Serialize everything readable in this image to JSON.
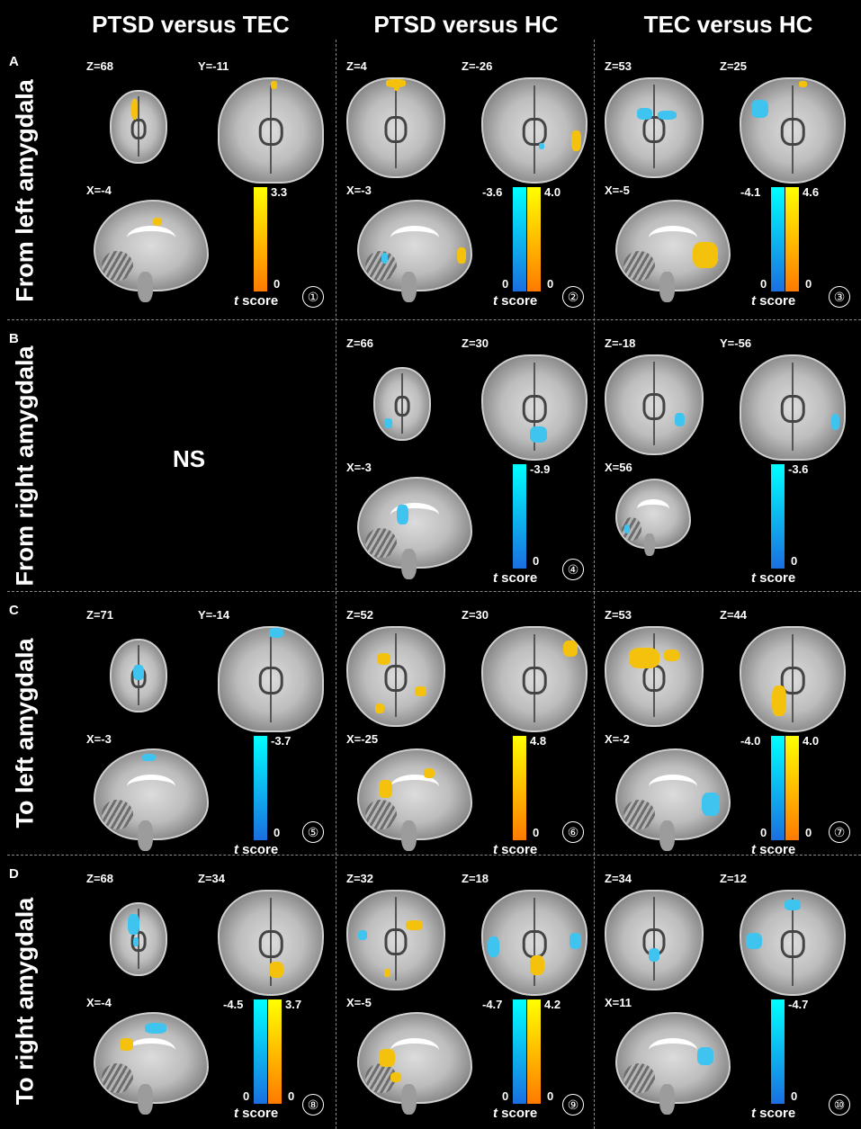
{
  "columns": [
    "PTSD versus TEC",
    "PTSD versus HC",
    "TEC versus HC"
  ],
  "rows": [
    {
      "letter": "A",
      "label": "From left amygdala"
    },
    {
      "letter": "B",
      "label": "From right amygdala"
    },
    {
      "letter": "C",
      "label": "To left amygdala"
    },
    {
      "letter": "D",
      "label": "To right amygdala"
    }
  ],
  "scale_unit_italic": "t",
  "scale_unit_rest": " score",
  "ns_text": "NS",
  "panels": [
    {
      "number": "①",
      "slices": [
        "Z=68",
        "Y=-11",
        "X=-4"
      ],
      "scale": {
        "neg_top": "",
        "pos_top": "3.3",
        "neg_bottom": "",
        "pos_bottom": "0"
      }
    },
    {
      "number": "②",
      "slices": [
        "Z=4",
        "Z=-26",
        "X=-3"
      ],
      "scale": {
        "neg_top": "-3.6",
        "pos_top": "4.0",
        "neg_bottom": "0",
        "pos_bottom": "0"
      }
    },
    {
      "number": "③",
      "slices": [
        "Z=53",
        "Z=25",
        "X=-5"
      ],
      "scale": {
        "neg_top": "-4.1",
        "pos_top": "4.6",
        "neg_bottom": "0",
        "pos_bottom": "0"
      }
    },
    {
      "number": "",
      "slices": [],
      "scale": null
    },
    {
      "number": "④",
      "slices": [
        "Z=66",
        "Z=30",
        "X=-3"
      ],
      "scale": {
        "neg_top": "-3.9",
        "pos_top": "",
        "neg_bottom": "0",
        "pos_bottom": ""
      }
    },
    {
      "number": "",
      "slices": [
        "Z=-18",
        "Y=-56",
        "X=56"
      ],
      "scale": {
        "neg_top": "-3.6",
        "pos_top": "",
        "neg_bottom": "0",
        "pos_bottom": ""
      }
    },
    {
      "number": "⑤",
      "slices": [
        "Z=71",
        "Y=-14",
        "X=-3"
      ],
      "scale": {
        "neg_top": "-3.7",
        "pos_top": "",
        "neg_bottom": "0",
        "pos_bottom": ""
      }
    },
    {
      "number": "⑥",
      "slices": [
        "Z=52",
        "Z=30",
        "X=-25"
      ],
      "scale": {
        "neg_top": "",
        "pos_top": "4.8",
        "neg_bottom": "",
        "pos_bottom": "0"
      }
    },
    {
      "number": "⑦",
      "slices": [
        "Z=53",
        "Z=44",
        "X=-2"
      ],
      "scale": {
        "neg_top": "-4.0",
        "pos_top": "4.0",
        "neg_bottom": "0",
        "pos_bottom": "0"
      }
    },
    {
      "number": "⑧",
      "slices": [
        "Z=68",
        "Z=34",
        "X=-4"
      ],
      "scale": {
        "neg_top": "-4.5",
        "pos_top": "3.7",
        "neg_bottom": "0",
        "pos_bottom": "0"
      }
    },
    {
      "number": "⑨",
      "slices": [
        "Z=32",
        "Z=18",
        "X=-5"
      ],
      "scale": {
        "neg_top": "-4.7",
        "pos_top": "4.2",
        "neg_bottom": "0",
        "pos_bottom": "0"
      }
    },
    {
      "number": "⑩",
      "slices": [
        "Z=34",
        "Z=12",
        "X=11"
      ],
      "scale": {
        "neg_top": "-4.7",
        "pos_top": "",
        "neg_bottom": "0",
        "pos_bottom": ""
      }
    }
  ],
  "colors": {
    "positive": "#f4c20d",
    "negative": "#3fc3ef",
    "background": "#000000"
  }
}
